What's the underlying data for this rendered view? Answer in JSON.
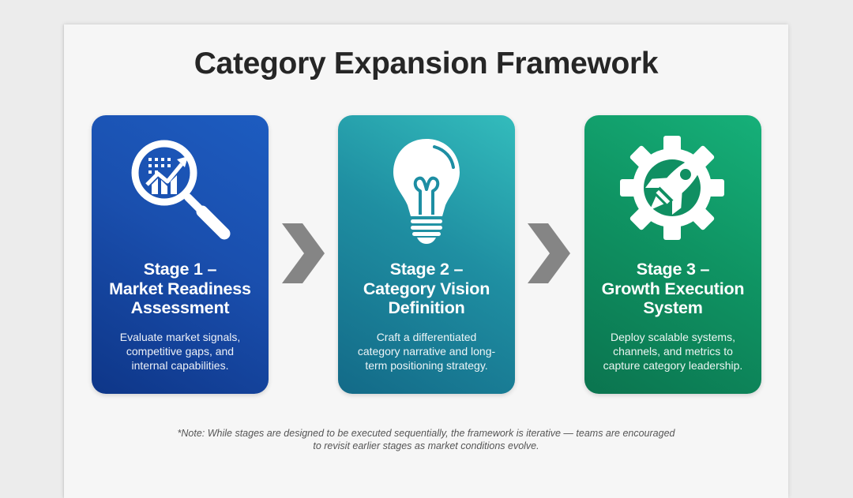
{
  "title": "Category Expansion Framework",
  "colors": {
    "page_background": "#f6f6f6",
    "outer_background": "#ececec",
    "title_text": "#262626",
    "chevron": "#858585",
    "stage1_gradient": [
      "#1d5cc0",
      "#0e3688"
    ],
    "stage2_gradient": [
      "#33bcbc",
      "#136a88"
    ],
    "stage3_gradient": [
      "#16b079",
      "#0b744f"
    ]
  },
  "stages": [
    {
      "icon": "magnifier-chart-icon",
      "title_line1": "Stage 1 –",
      "title_line2": "Market Readiness",
      "title_line3": "Assessment",
      "desc_line1": "Evaluate market signals,",
      "desc_line2": "competitive gaps, and",
      "desc_line3": "internal capabilities."
    },
    {
      "icon": "lightbulb-icon",
      "title_line1": "Stage 2 –",
      "title_line2": "Category Vision",
      "title_line3": "Definition",
      "desc_line1": "Craft a differentiated",
      "desc_line2": "category narrative and long-",
      "desc_line3": "term positioning strategy."
    },
    {
      "icon": "gear-rocket-icon",
      "title_line1": "Stage 3 –",
      "title_line2": "Growth Execution",
      "title_line3": "System",
      "desc_line1": "Deploy scalable systems,",
      "desc_line2": "channels, and metrics to",
      "desc_line3": "capture category leadership."
    }
  ],
  "connectors": [
    "chevron-right-icon",
    "chevron-right-icon"
  ],
  "note": {
    "line1": "*Note: While stages are designed to be executed sequentially, the framework is iterative — teams are encouraged",
    "line2": "to revisit earlier stages as market conditions evolve."
  }
}
